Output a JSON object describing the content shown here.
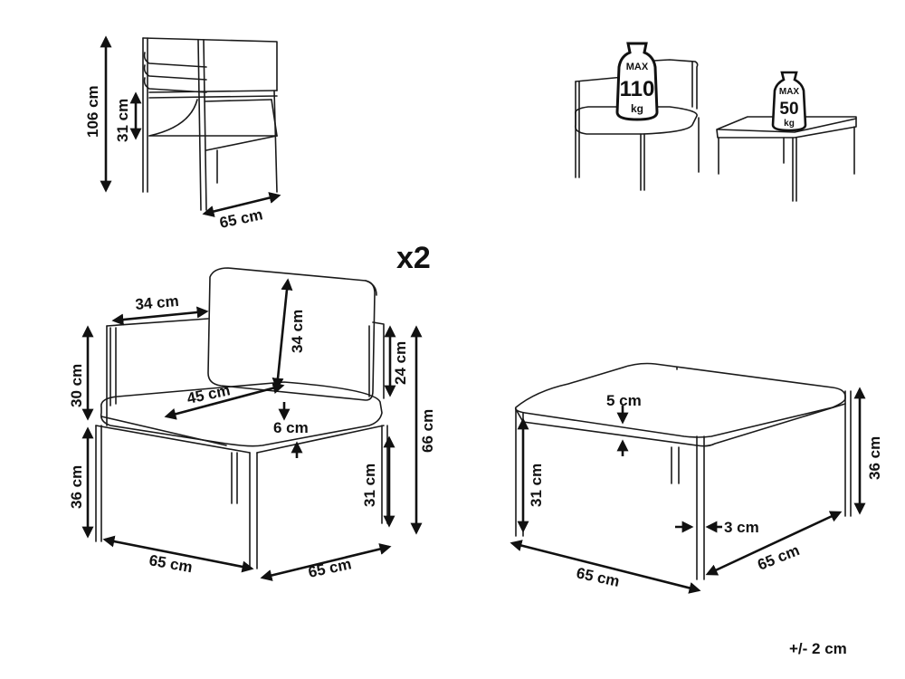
{
  "labels": {
    "side_height": "106 cm",
    "side_seat_height": "31 cm",
    "side_depth": "65 cm",
    "multiplier": "x2",
    "armrest_length": "34 cm",
    "back_height": "34 cm",
    "seat_depth": "45 cm",
    "arm_height": "30 cm",
    "back_above_arm": "24 cm",
    "total_height": "66 cm",
    "cushion_thickness": "6 cm",
    "frame_height": "36 cm",
    "seat_height": "31 cm",
    "chair_width": "65 cm",
    "chair_depth": "65 cm",
    "table_top": "5 cm",
    "table_leg_height": "31 cm",
    "table_height": "36 cm",
    "leg_width": "3 cm",
    "table_width": "65 cm",
    "table_depth": "65 cm",
    "tolerance": "+/- 2 cm"
  },
  "weights": {
    "chair": {
      "max": "MAX",
      "value": "110",
      "unit": "kg"
    },
    "table": {
      "max": "MAX",
      "value": "50",
      "unit": "kg"
    }
  }
}
